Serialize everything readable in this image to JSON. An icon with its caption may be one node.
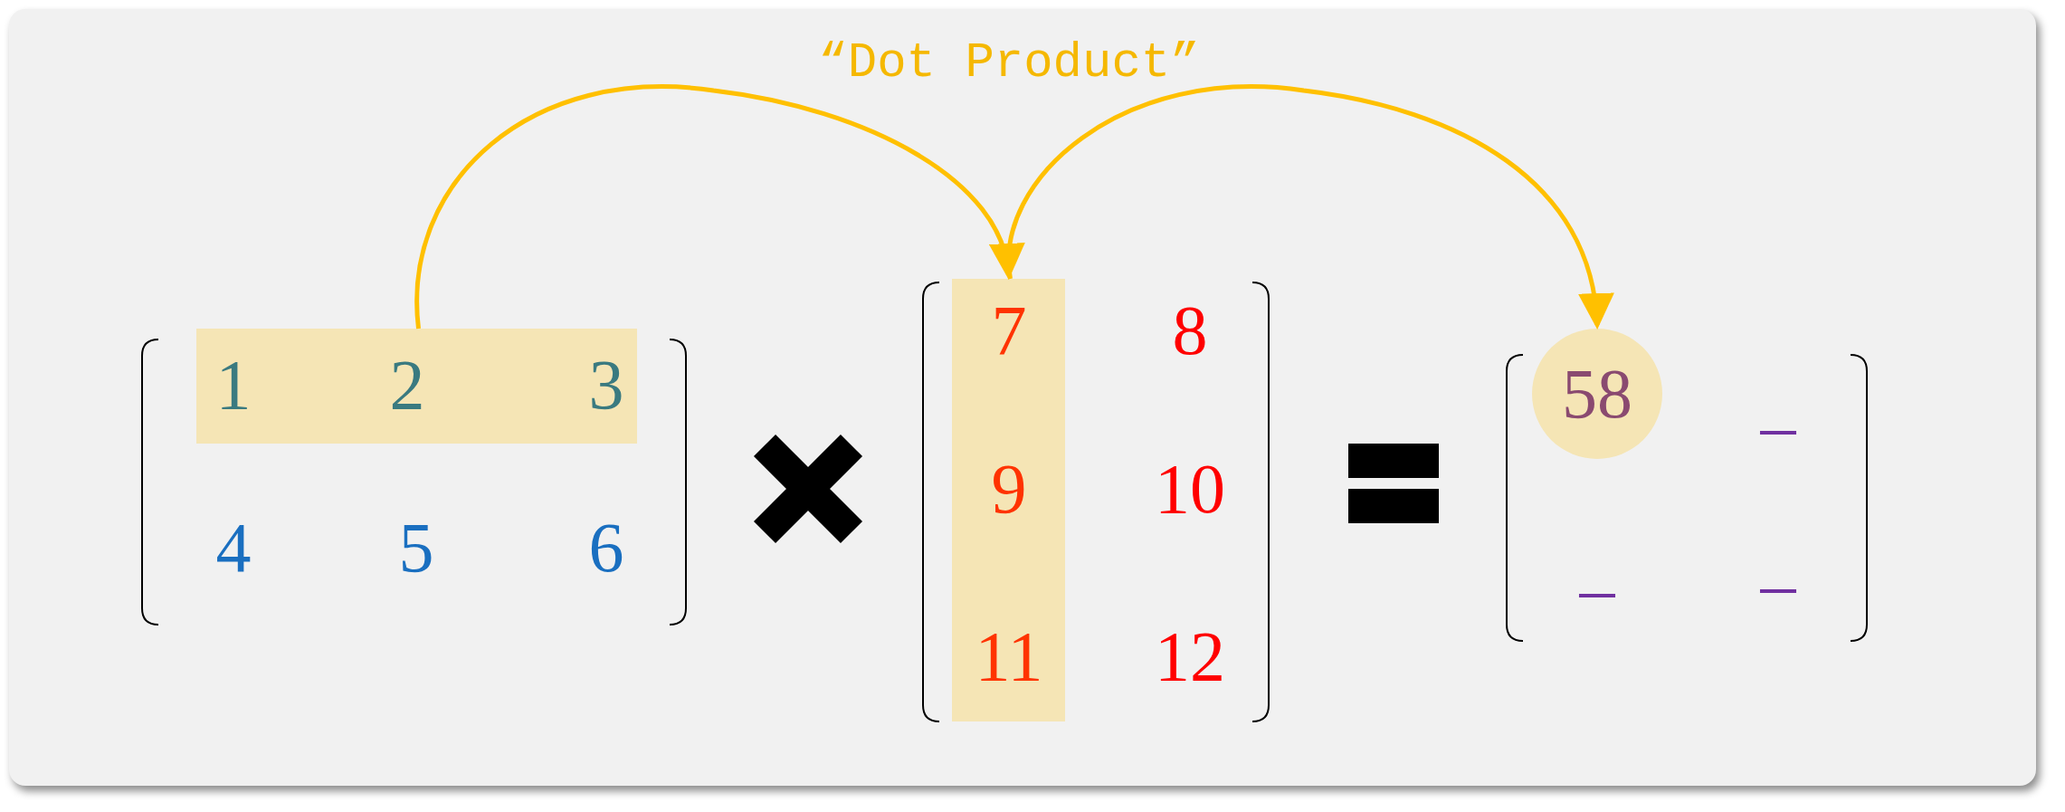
{
  "diagram": {
    "nodes": [
      {
        "text": [
          "1",
          "2",
          "3"
        ]
      },
      {
        "text": [
          "7",
          "9",
          "11"
        ]
      },
      {
        "text": [
          "58"
        ]
      }
    ],
    "edges": [
      {
        "from": 0,
        "to": 1,
        "arrow": "to"
      },
      {
        "from": 1,
        "to": 2,
        "arrow": "to"
      }
    ],
    "labels": [
      "“Dot Product”",
      "4",
      "5",
      "6",
      "8",
      "10",
      "12",
      "–",
      "–",
      "–"
    ]
  }
}
